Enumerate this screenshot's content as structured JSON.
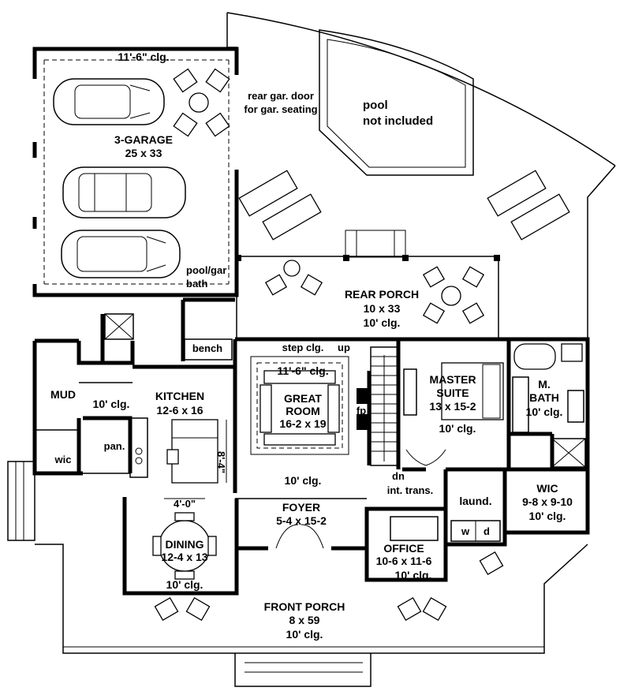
{
  "plan": {
    "garage": {
      "ceiling": "11'-6\" clg.",
      "name": "3-GARAGE",
      "size": "25 x 33"
    },
    "rear_gar_door": {
      "line1": "rear gar. door",
      "line2": "for gar. seating"
    },
    "pool": {
      "line1": "pool",
      "line2": "not included"
    },
    "pool_bath": {
      "line1": "pool/gar",
      "line2": "bath"
    },
    "rear_porch": {
      "name": "REAR PORCH",
      "size": "10 x 33",
      "ceiling": "10' clg."
    },
    "bench": "bench",
    "step_clg": "step clg.",
    "up": "up",
    "great_room": {
      "ceiling_top": "11'-6\" clg.",
      "name1": "GREAT",
      "name2": "ROOM",
      "size": "16-2 x 19",
      "ceiling": "10' clg."
    },
    "fp": "fp",
    "master_suite": {
      "name1": "MASTER",
      "name2": "SUITE",
      "size": "13 x 15-2",
      "ceiling": "10' clg."
    },
    "m_bath": {
      "name1": "M.",
      "name2": "BATH",
      "ceiling": "10' clg."
    },
    "mud": "MUD",
    "mud_clg": "10' clg.",
    "kitchen": {
      "name": "KITCHEN",
      "size": "12-6 x 16"
    },
    "pan": "pan.",
    "wic_left": "wic",
    "island_dim": "8'-4\"",
    "table_dim": "4'-0\"",
    "dn": "dn",
    "int_trans": "int. trans.",
    "laund": "laund.",
    "w": "w",
    "d": "d",
    "wic_right": {
      "name": "WIC",
      "size": "9-8 x 9-10",
      "ceiling": "10' clg."
    },
    "foyer": {
      "name": "FOYER",
      "size": "5-4 x 15-2"
    },
    "dining": {
      "name": "DINING",
      "size": "12-4 x 13",
      "ceiling": "10' clg."
    },
    "office": {
      "name": "OFFICE",
      "size": "10-6 x 11-6",
      "ceiling": "10' clg."
    },
    "front_porch": {
      "name": "FRONT PORCH",
      "size": "8 x 59",
      "ceiling": "10' clg."
    }
  }
}
